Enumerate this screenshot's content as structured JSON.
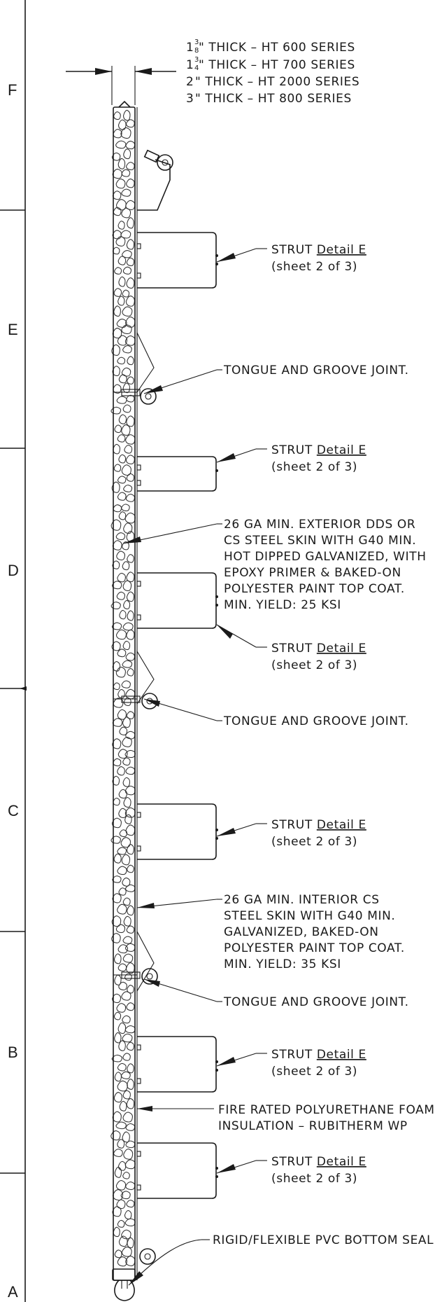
{
  "zones": [
    "F",
    "E",
    "D",
    "C",
    "B",
    "A"
  ],
  "thickness_notes": [
    {
      "whole": "1",
      "num": "3",
      "den": "8",
      "rest": "\" THICK  –  HT 600 SERIES"
    },
    {
      "whole": "1",
      "num": "3",
      "den": "4",
      "rest": "\" THICK  –  HT 700 SERIES"
    },
    {
      "whole": "2",
      "num": "",
      "den": "",
      "rest": "\" THICK  –  HT 2000 SERIES"
    },
    {
      "whole": "3",
      "num": "",
      "den": "",
      "rest": "\" THICK  –  HT 800 SERIES"
    }
  ],
  "strut_note": {
    "prefix": "STRUT ",
    "detail": "Detail E",
    "sheet": "(sheet 2 of 3)"
  },
  "joint_label": "TONGUE AND GROOVE JOINT.",
  "exterior_skin": [
    "26 GA MIN. EXTERIOR DDS OR",
    "CS STEEL SKIN WITH G40 MIN.",
    "HOT DIPPED GALVANIZED, WITH",
    "EPOXY PRIMER & BAKED-ON",
    "POLYESTER PAINT TOP COAT.",
    "MIN. YIELD:   25 KSI"
  ],
  "interior_skin": [
    "26 GA MIN. INTERIOR CS",
    "STEEL SKIN WITH G40 MIN.",
    "GALVANIZED, BAKED-ON",
    "POLYESTER PAINT TOP COAT.",
    "MIN. YIELD:   35 KSI"
  ],
  "insulation": [
    "FIRE RATED POLYURETHANE FOAM",
    "INSULATION  –  RUBITHERM WP"
  ],
  "bottom_seal": "RIGID/FLEXIBLE PVC BOTTOM SEAL"
}
